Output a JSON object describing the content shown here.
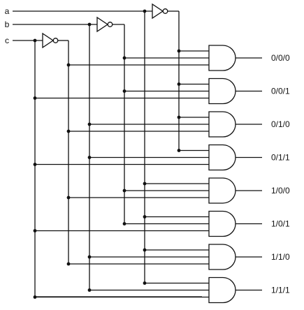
{
  "inputs": [
    {
      "id": "a",
      "label": "a"
    },
    {
      "id": "b",
      "label": "b"
    },
    {
      "id": "c",
      "label": "c"
    }
  ],
  "outputs": [
    {
      "label": "0/0/0",
      "a": 0,
      "b": 0,
      "c": 0
    },
    {
      "label": "0/0/1",
      "a": 0,
      "b": 0,
      "c": 1
    },
    {
      "label": "0/1/0",
      "a": 0,
      "b": 1,
      "c": 0
    },
    {
      "label": "0/1/1",
      "a": 0,
      "b": 1,
      "c": 1
    },
    {
      "label": "1/0/0",
      "a": 1,
      "b": 0,
      "c": 0
    },
    {
      "label": "1/0/1",
      "a": 1,
      "b": 0,
      "c": 1
    },
    {
      "label": "1/1/0",
      "a": 1,
      "b": 1,
      "c": 0
    },
    {
      "label": "1/1/1",
      "a": 1,
      "b": 1,
      "c": 1
    }
  ],
  "colors": {
    "wire": "#111111",
    "dot": "#111111",
    "background": "#ffffff"
  }
}
